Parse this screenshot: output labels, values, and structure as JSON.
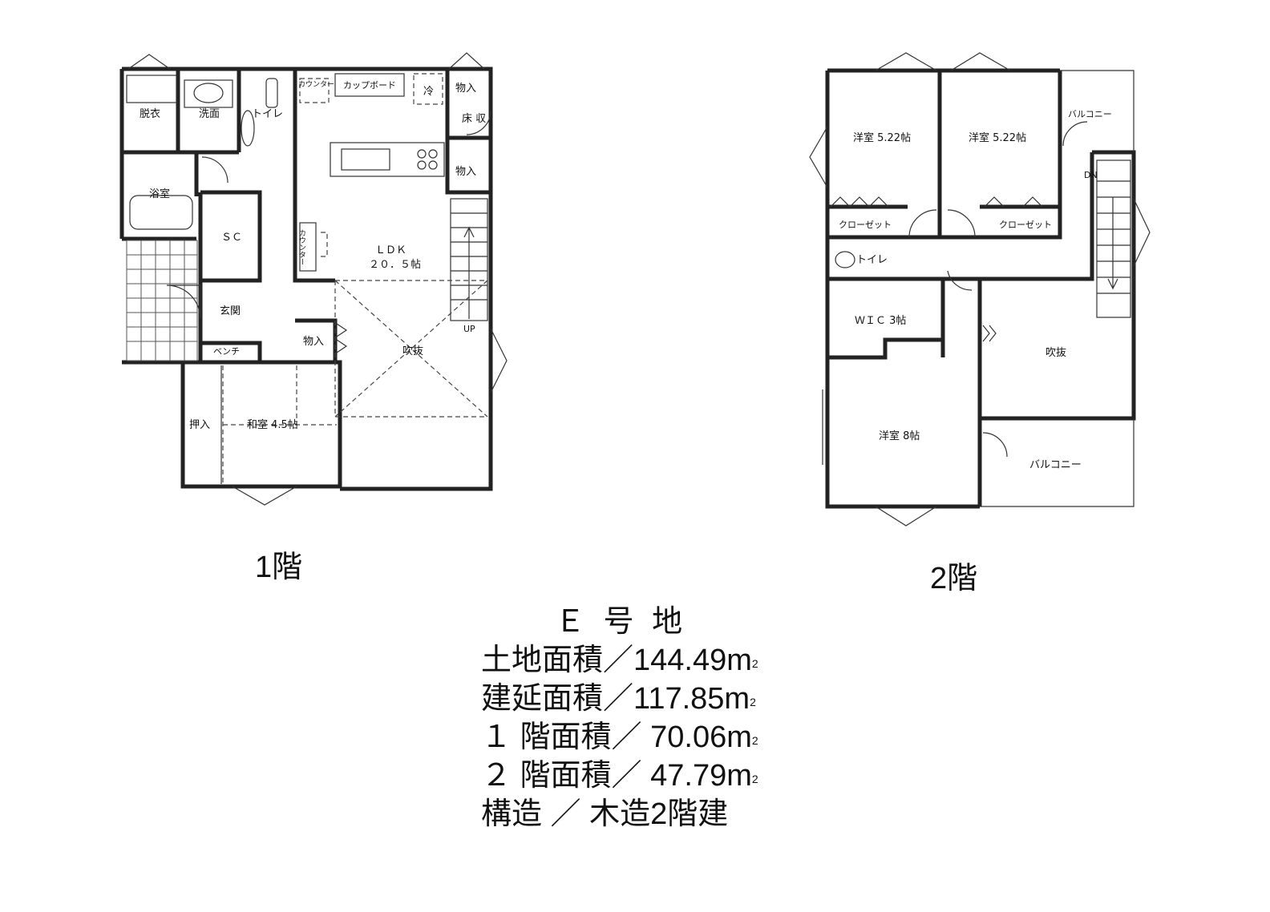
{
  "floor1": {
    "label": "1階",
    "rooms": {
      "datsui": "脱衣",
      "senmen": "洗面",
      "toilet": "トイレ",
      "counter_top": "カウンター",
      "cupboard": "カップボード",
      "fridge": "冷",
      "storage_top": "物入",
      "floor_storage": "床\n収",
      "storage_mid": "物入",
      "bath": "浴室",
      "sc": "ＳＣ",
      "counter_side": "カウンター",
      "ldk_name": "ＬＤＫ",
      "ldk_size": "２０．５帖",
      "genkan": "玄関",
      "bench": "ベンチ",
      "storage_low": "物入",
      "fukinuke": "吹抜",
      "up": "UP",
      "oshiire": "押入",
      "washitsu": "和室 4.5帖"
    }
  },
  "floor2": {
    "label": "2階",
    "rooms": {
      "youshitsu_a": "洋室 5.22帖",
      "youshitsu_b": "洋室 5.22帖",
      "balcony_top": "バルコニー",
      "closet_a": "クローゼット",
      "closet_b": "クローゼット",
      "dn": "DN",
      "toilet": "トイレ",
      "wic": "ＷＩＣ 3帖",
      "fukinuke": "吹抜",
      "youshitsu_c": "洋室 8帖",
      "balcony_bottom": "バルコニー"
    }
  },
  "info": {
    "title": "Ｅ 号 地",
    "land_area": "土地面積／144.49m",
    "floor_area_total": "建延面積／117.85m",
    "floor1_area": "１ 階面積／ 70.06m",
    "floor2_area": "２ 階面積／ 47.79m",
    "sq_mark": "2",
    "structure": "構造 ／ 木造2階建"
  }
}
